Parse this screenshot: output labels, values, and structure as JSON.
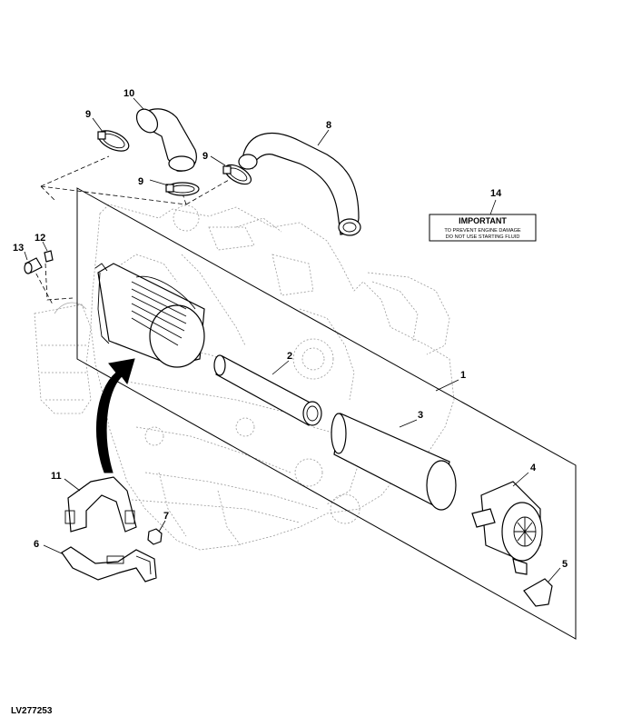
{
  "diagram": {
    "callouts": [
      {
        "id": "c1",
        "label": "1"
      },
      {
        "id": "c2",
        "label": "2"
      },
      {
        "id": "c3",
        "label": "3"
      },
      {
        "id": "c4",
        "label": "4"
      },
      {
        "id": "c5",
        "label": "5"
      },
      {
        "id": "c6",
        "label": "6"
      },
      {
        "id": "c7",
        "label": "7"
      },
      {
        "id": "c8",
        "label": "8"
      },
      {
        "id": "c9a",
        "label": "9"
      },
      {
        "id": "c9b",
        "label": "9"
      },
      {
        "id": "c9c",
        "label": "9"
      },
      {
        "id": "c10",
        "label": "10"
      },
      {
        "id": "c11",
        "label": "11"
      },
      {
        "id": "c12",
        "label": "12"
      },
      {
        "id": "c13",
        "label": "13"
      },
      {
        "id": "c14",
        "label": "14"
      }
    ],
    "decal": {
      "heading": "IMPORTANT",
      "line1": "TO PREVENT ENGINE DAMAGE",
      "line2": "DO NOT USE STARTING FLUID"
    },
    "figure_code": "LV277253"
  }
}
